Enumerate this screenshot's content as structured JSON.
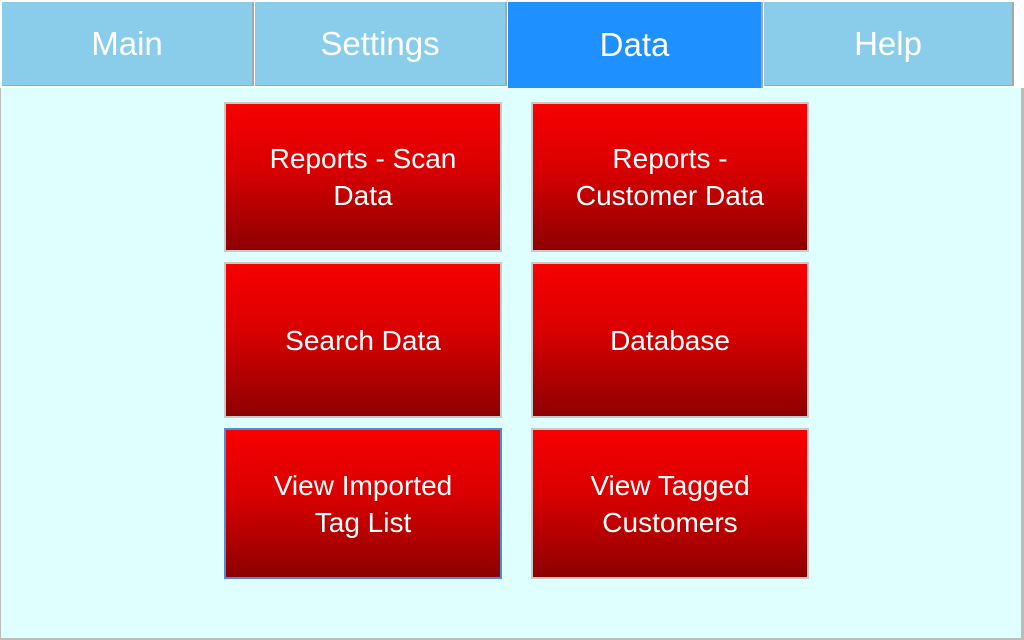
{
  "tabs": [
    {
      "label": "Main",
      "active": false
    },
    {
      "label": "Settings",
      "active": false
    },
    {
      "label": "Data",
      "active": true
    },
    {
      "label": "Help",
      "active": false
    }
  ],
  "tiles": [
    {
      "label": "Reports - Scan\nData"
    },
    {
      "label": "Reports -\nCustomer Data"
    },
    {
      "label": "Search Data"
    },
    {
      "label": "Database"
    },
    {
      "label": "View Imported\nTag List",
      "focused": true
    },
    {
      "label": "View Tagged\nCustomers"
    }
  ],
  "colors": {
    "tab_inactive": "#89cdea",
    "tab_active": "#1e90ff",
    "panel_background": "#dffefe",
    "tile_top": "#f80000",
    "tile_bottom": "#8d0000",
    "focus_border": "#4a8fd6"
  }
}
